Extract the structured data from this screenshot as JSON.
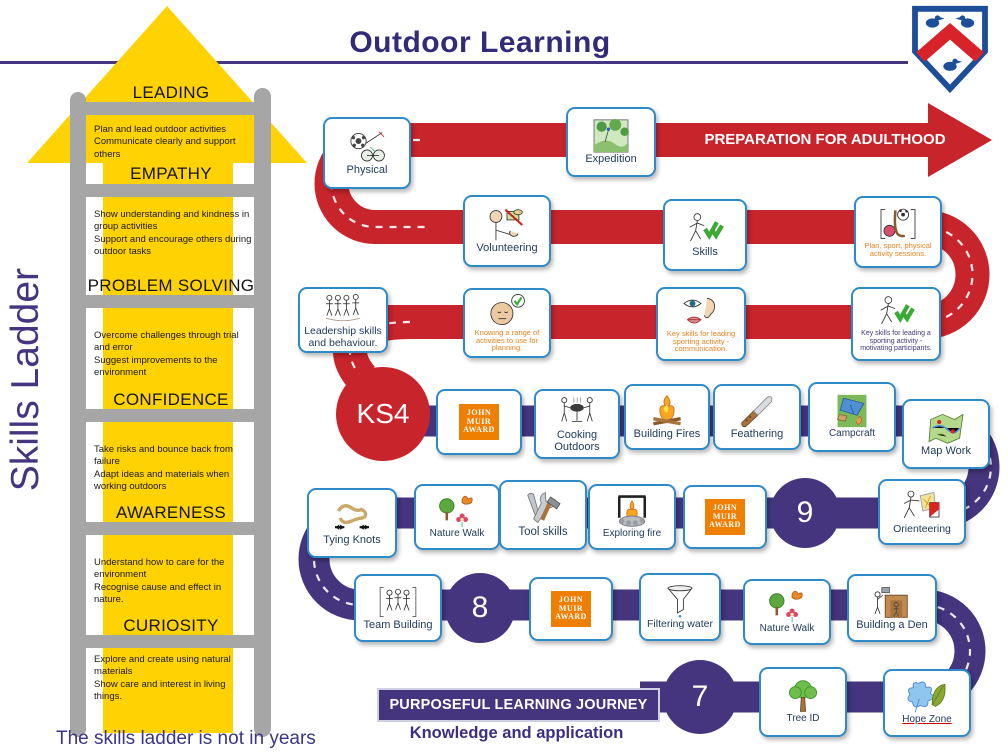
{
  "header": {
    "title": "Outdoor Learning",
    "logo": "school-crest-shield-with-three-birds"
  },
  "ladder": {
    "side_label": "Skills Ladder",
    "footnote": "The skills ladder is not in years",
    "rungs": [
      {
        "title": "LEADING",
        "lines": [
          "Plan and lead outdoor activities",
          "Communicate clearly and support others"
        ]
      },
      {
        "title": "EMPATHY",
        "lines": [
          "Show understanding and kindness in group activities",
          "Support and encourage others during outdoor tasks"
        ]
      },
      {
        "title": "PROBLEM SOLVING",
        "lines": [
          "Overcome challenges through trial and error",
          "Suggest improvements to the environment"
        ]
      },
      {
        "title": "CONFIDENCE",
        "lines": [
          "Take risks and bounce back from failure",
          "Adapt ideas and materials when working outdoors"
        ]
      },
      {
        "title": "AWARENESS",
        "lines": [
          "Understand how to care for the environment",
          "Recognise cause and effect in nature."
        ]
      },
      {
        "title": "CURIOSITY",
        "lines": [
          "Explore and create using natural materials",
          "Show care and interest in living things."
        ]
      }
    ]
  },
  "journey": {
    "top_arrow_label": "PREPARATION FOR ADULTHOOD",
    "banner_label": "PURPOSEFUL LEARNING JOURNEY",
    "banner_sub": "Knowledge and application",
    "milestones": [
      {
        "id": "ks4",
        "label": "KS4"
      },
      {
        "id": "y9",
        "label": "9"
      },
      {
        "id": "y8",
        "label": "8"
      },
      {
        "id": "y7",
        "label": "7"
      }
    ],
    "john_muir_award": [
      "JOHN",
      "MUIR",
      "AWARD"
    ],
    "cards": [
      {
        "id": "physical",
        "label": "Physical",
        "icon": "sports"
      },
      {
        "id": "expedition",
        "label": "Expedition",
        "icon": "landscape"
      },
      {
        "id": "volunteering",
        "label": "Volunteering",
        "icon": "donate"
      },
      {
        "id": "skills",
        "label": "Skills",
        "icon": "runner-checks"
      },
      {
        "id": "plan_sport",
        "label": "Plan, sport, physical activity sessions.",
        "icon": "equipment",
        "color": "#e8821e"
      },
      {
        "id": "leadership",
        "label": "Leadership skills and behaviour.",
        "icon": "group"
      },
      {
        "id": "knowing",
        "label": "Knowing a range of activities to use for planning.",
        "icon": "head-check",
        "color": "#e8821e"
      },
      {
        "id": "communication",
        "label": "Key skills for leading sporting activity - communication.",
        "icon": "senses",
        "color": "#e8821e"
      },
      {
        "id": "motivating",
        "label": "Key skills for leading a sporting activity - motivating participants.",
        "icon": "runner-checks",
        "color": "#45357e"
      },
      {
        "id": "jma_ks4",
        "label": "",
        "icon": "john-muir"
      },
      {
        "id": "cooking",
        "label": "Cooking Outdoors",
        "icon": "bbq"
      },
      {
        "id": "fires",
        "label": "Building Fires",
        "icon": "campfire"
      },
      {
        "id": "feathering",
        "label": "Feathering",
        "icon": "knife"
      },
      {
        "id": "campcraft",
        "label": "Campcraft",
        "icon": "tent"
      },
      {
        "id": "mapwork",
        "label": "Map Work",
        "icon": "map"
      },
      {
        "id": "tyingknots",
        "label": "Tying Knots",
        "icon": "knot"
      },
      {
        "id": "naturewalk9",
        "label": "Nature Walk",
        "icon": "nature"
      },
      {
        "id": "toolskills",
        "label": "Tool skills",
        "icon": "tools"
      },
      {
        "id": "exploringfire",
        "label": "Exploring fire",
        "icon": "firepit"
      },
      {
        "id": "jma9",
        "label": "",
        "icon": "john-muir"
      },
      {
        "id": "orienteering",
        "label": "Orienteering",
        "icon": "orienteer"
      },
      {
        "id": "teambuilding",
        "label": "Team Building",
        "icon": "team"
      },
      {
        "id": "jma8",
        "label": "",
        "icon": "john-muir"
      },
      {
        "id": "filtering",
        "label": "Filtering water",
        "icon": "funnel"
      },
      {
        "id": "naturewalk8",
        "label": "Nature Walk",
        "icon": "nature"
      },
      {
        "id": "den",
        "label": "Building a Den",
        "icon": "den"
      },
      {
        "id": "treeid",
        "label": "Tree ID",
        "icon": "tree"
      },
      {
        "id": "hopezone",
        "label": "Hope Zone",
        "icon": "flower-leaf",
        "underline": true
      }
    ]
  },
  "colors": {
    "path_red": "#c8242b",
    "path_purple": "#45357e",
    "ladder_yellow": "#ffd203",
    "ladder_gray": "#a6a6a6",
    "title_navy": "#312b78",
    "card_border_blue": "#2f8ac8",
    "john_muir_orange": "#ee7f00",
    "orange_text": "#e8821e"
  }
}
